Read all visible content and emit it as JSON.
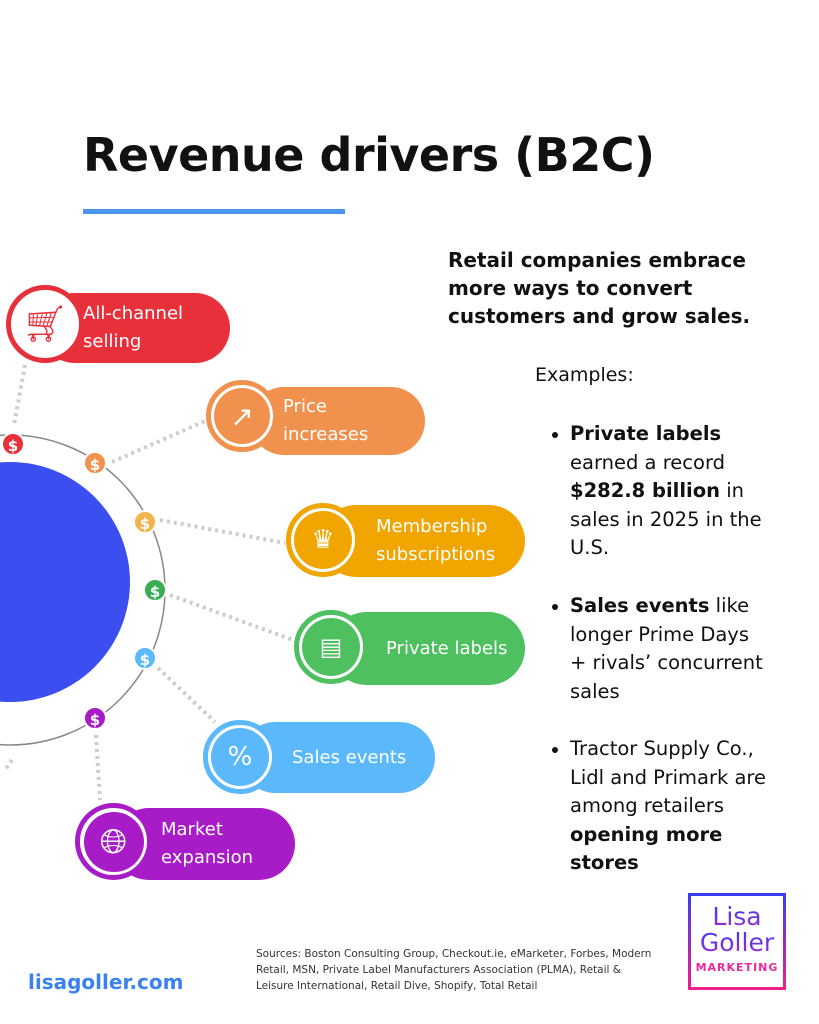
{
  "title": "Revenue drivers (B2C)",
  "lead": "Retail companies embrace more ways to convert customers and grow sales.",
  "examples_label": "Examples:",
  "drivers": [
    {
      "label": "All-channel selling",
      "icon": "shopping-cart-icon",
      "color": "#e8303a"
    },
    {
      "label": "Price increases",
      "icon": "rising-chart-icon",
      "color": "#f0924e"
    },
    {
      "label": "Membership subscriptions",
      "icon": "crown-icon",
      "color": "#f0a500"
    },
    {
      "label": "Private labels",
      "icon": "products-icon",
      "color": "#4fc060"
    },
    {
      "label": "Sales events",
      "icon": "percent-badge-icon",
      "color": "#5ab8fb"
    },
    {
      "label": "Market expansion",
      "icon": "globe-icon",
      "color": "#a81cc8"
    }
  ],
  "dollar_symbol": "$",
  "bullets": [
    {
      "b1": "Private labels",
      "t1": " earned a record ",
      "b2": "$282.8 billion",
      "t2": " in sales in 2025 in the U.S."
    },
    {
      "b1": "Sales events",
      "t1": " like longer Prime Days + rivals’ concurrent sales"
    },
    {
      "t1": "Tractor Supply Co., Lidl and Primark are among retailers ",
      "b2": "opening more stores"
    }
  ],
  "sources": "Sources: Boston Consulting Group, Checkout.ie, eMarketer, Forbes, Modern Retail, MSN, Private Label Manufacturers Association (PLMA), Retail & Leisure International, Retail Dive, Shopify, Total Retail",
  "website": "lisagoller.com",
  "logo": {
    "line1": "Lisa",
    "line2": "Goller",
    "line3": "MARKETING"
  }
}
